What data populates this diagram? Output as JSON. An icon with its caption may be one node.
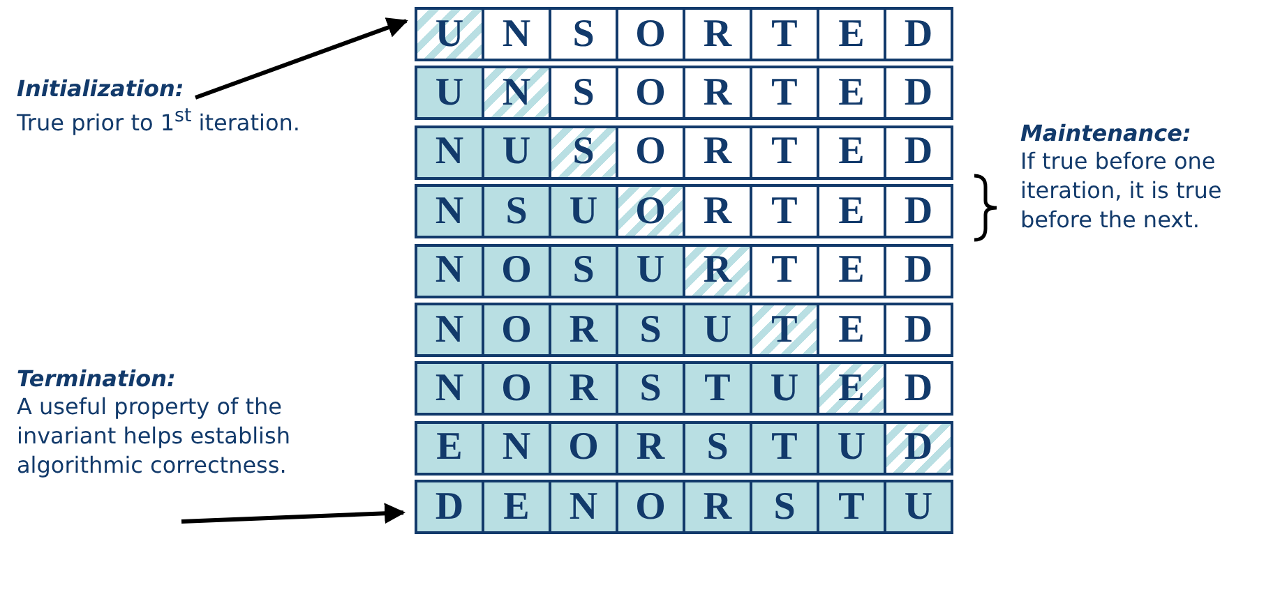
{
  "diagram": {
    "nodes": [
      {
        "text": [
          "Initialization:",
          "True prior to 1$^{st}$ iteration."
        ]
      },
      {
        "text": [
          "Maintenance:",
          "If true before one iteration, it is true before the next."
        ]
      },
      {
        "text": [
          "Termination:",
          "A useful property of the invariant helps establish algorithmic correctness."
        ]
      },
      {
        "text": [
          "U",
          "N",
          "S",
          "O",
          "R",
          "T",
          "E",
          "D"
        ]
      },
      {
        "text": [
          "U",
          "N",
          "S",
          "O",
          "R",
          "T",
          "E",
          "D"
        ]
      },
      {
        "text": [
          "N",
          "U",
          "S",
          "O",
          "R",
          "T",
          "E",
          "D"
        ]
      },
      {
        "text": [
          "N",
          "S",
          "U",
          "O",
          "R",
          "T",
          "E",
          "D"
        ]
      },
      {
        "text": [
          "N",
          "O",
          "S",
          "U",
          "R",
          "T",
          "E",
          "D"
        ]
      },
      {
        "text": [
          "N",
          "O",
          "R",
          "S",
          "U",
          "T",
          "E",
          "D"
        ]
      },
      {
        "text": [
          "N",
          "O",
          "R",
          "S",
          "T",
          "U",
          "E",
          "D"
        ]
      },
      {
        "text": [
          "E",
          "N",
          "O",
          "R",
          "S",
          "T",
          "U",
          "D"
        ]
      },
      {
        "text": [
          "D",
          "E",
          "N",
          "O",
          "R",
          "S",
          "T",
          "U"
        ]
      }
    ],
    "edges": [
      {
        "from": 0,
        "to": 3,
        "arrow": "to"
      },
      {
        "from": 2,
        "to": 11,
        "arrow": "to"
      }
    ]
  }
}
